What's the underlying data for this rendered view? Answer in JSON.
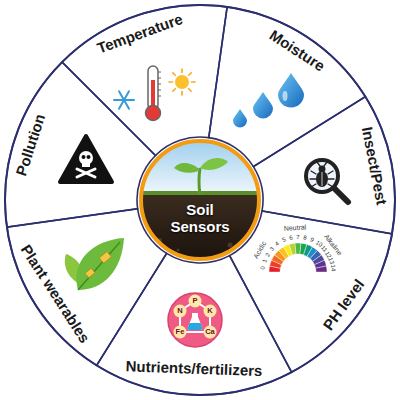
{
  "diagram": {
    "nodes": [
      {
        "text": [
          "Soil Sensors"
        ]
      },
      {
        "text": [
          "Temperature"
        ]
      },
      {
        "text": [
          "Moisture"
        ]
      },
      {
        "text": [
          "Insect/Pest"
        ]
      },
      {
        "text": [
          "PH level"
        ]
      },
      {
        "text": [
          "Nutrients/fertilizers"
        ]
      },
      {
        "text": [
          "Plant wearables"
        ]
      },
      {
        "text": [
          "Pollution"
        ]
      }
    ],
    "labels": [
      "Acidic",
      "Neutral",
      "Alkaline",
      "0",
      "1",
      "2",
      "3",
      "4",
      "5",
      "6",
      "7",
      "8",
      "9",
      "10",
      "11",
      "12",
      "13",
      "14",
      "N",
      "P",
      "K",
      "Fe",
      "Ca"
    ]
  }
}
